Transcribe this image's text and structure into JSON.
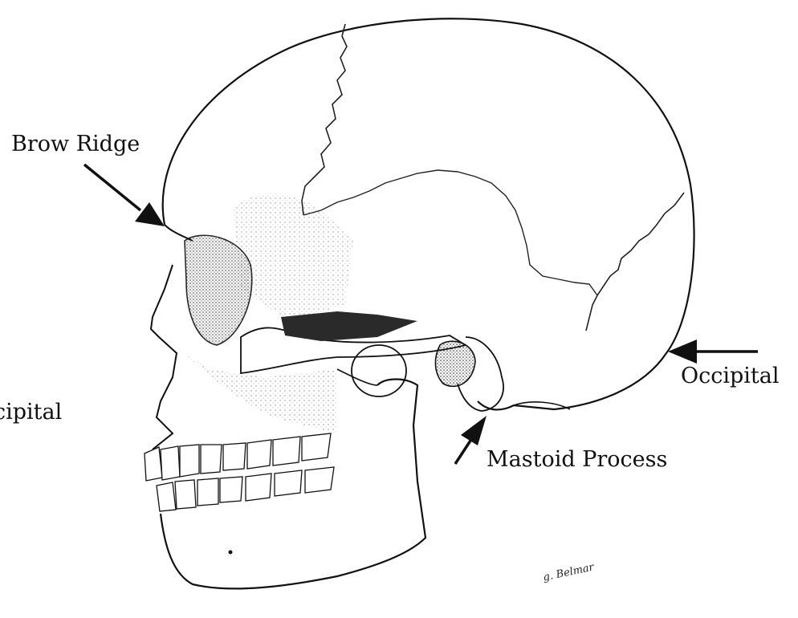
{
  "labels": {
    "brow_ridge": "Brow Ridge",
    "occipital_right": "Occipital",
    "occipital_left_partial": "cipital",
    "mastoid_process": "Mastoid Process"
  },
  "signature": "g. Belmar",
  "colors": {
    "ink": "#111111",
    "paper": "#ffffff",
    "shade": "#2a2a2a"
  }
}
